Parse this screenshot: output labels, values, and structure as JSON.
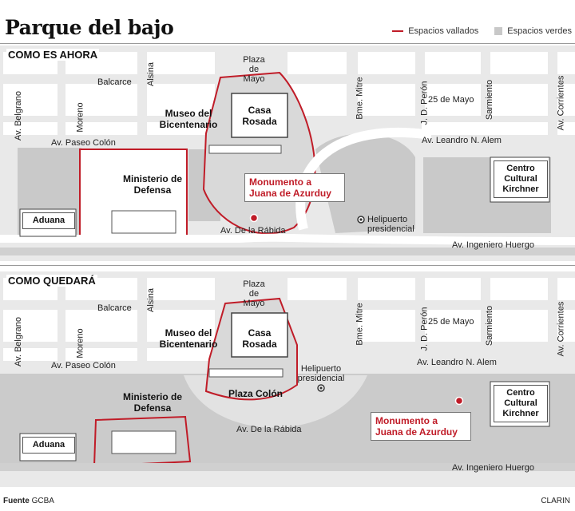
{
  "title": "Parque del bajo",
  "legend": {
    "fenced": "Espacios vallados",
    "green": "Espacios verdes"
  },
  "colors": {
    "fence": "#c01c28",
    "green": "#c8c8c8",
    "road": "#e8e8e8"
  },
  "icons": {
    "marker": "red-dot-marker",
    "helipad": "dot-circle-marker"
  },
  "panels": [
    {
      "heading": "COMO ES AHORA",
      "streets": {
        "belgrano": "Av. Belgrano",
        "moreno": "Moreno",
        "alsina": "Alsina",
        "balcarce": "Balcarce",
        "paseo_colon": "Av. Paseo Colón",
        "mitre": "Bme. Mitre",
        "peron": "J. D. Perón",
        "sarmiento": "Sarmiento",
        "corrientes": "Av. Corrientes",
        "veinticinco": "25 de Mayo",
        "alem": "Av. Leandro N. Alem",
        "rabida": "Av. De la Rábida",
        "huergo": "Av. Ingeniero Huergo"
      },
      "places": {
        "plaza": "Plaza de Mayo",
        "casa": "Casa Rosada",
        "museo": "Museo del Bicentenario",
        "ministerio": "Ministerio de Defensa",
        "aduana": "Aduana",
        "cck": "Centro Cultural Kirchner",
        "heli": "Helipuerto presidencial",
        "monumento": "Monumento a Juana de Azurduy"
      }
    },
    {
      "heading": "COMO QUEDARÁ",
      "streets": {
        "belgrano": "Av. Belgrano",
        "moreno": "Moreno",
        "alsina": "Alsina",
        "balcarce": "Balcarce",
        "paseo_colon": "Av. Paseo Colón",
        "mitre": "Bme. Mitre",
        "peron": "J. D. Perón",
        "sarmiento": "Sarmiento",
        "corrientes": "Av. Corrientes",
        "veinticinco": "25 de Mayo",
        "alem": "Av. Leandro N. Alem",
        "rabida": "Av. De la Rábida",
        "huergo": "Av. Ingeniero Huergo"
      },
      "places": {
        "plaza": "Plaza de Mayo",
        "casa": "Casa Rosada",
        "museo": "Museo del Bicentenario",
        "ministerio": "Ministerio de Defensa",
        "aduana": "Aduana",
        "cck": "Centro Cultural Kirchner",
        "heli": "Helipuerto presidencial",
        "plaza_colon": "Plaza Colón",
        "monumento": "Monumento a Juana de Azurduy"
      }
    }
  ],
  "footer": {
    "source_label": "Fuente",
    "source": "GCBA",
    "credit": "CLARIN"
  }
}
